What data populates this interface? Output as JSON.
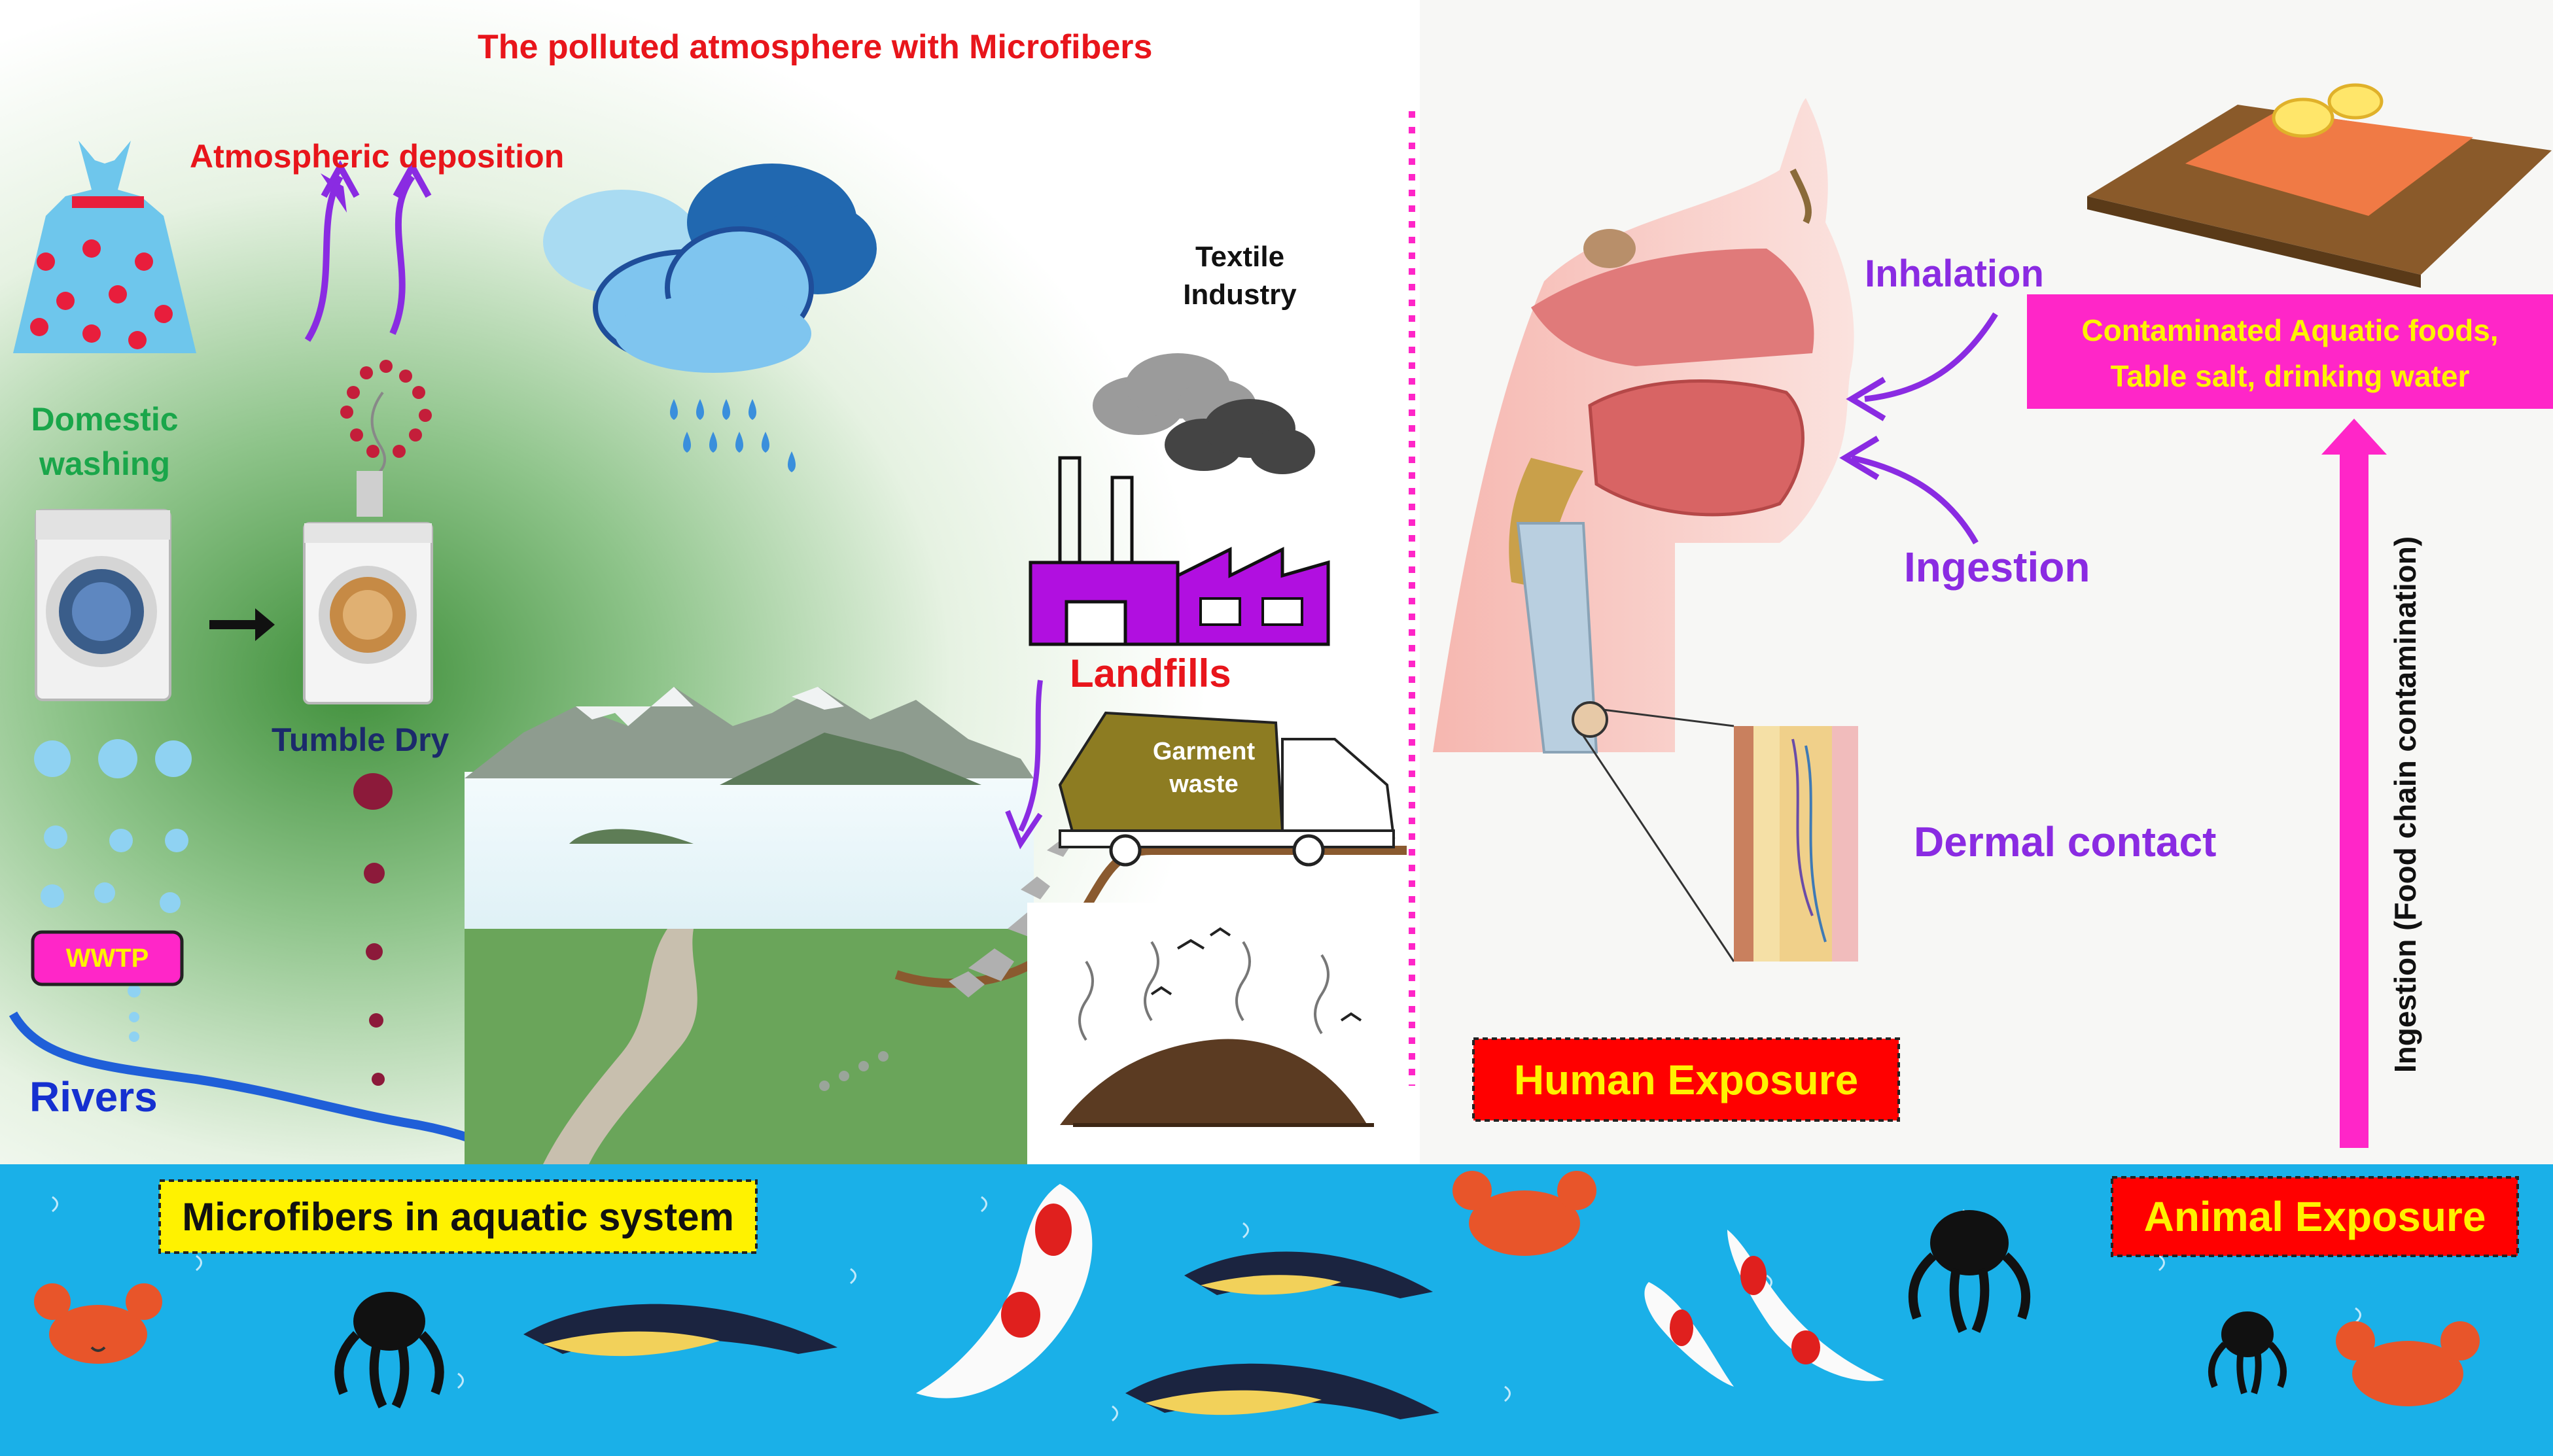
{
  "title": "The polluted atmosphere with Microfibers",
  "labels": {
    "atmospheric_deposition": "Atmospheric deposition",
    "domestic_washing_1": "Domestic",
    "domestic_washing_2": "washing",
    "tumble_dry": "Tumble Dry",
    "wwtp": "WWTP",
    "rivers": "Rivers",
    "textile_industry_1": "Textile",
    "textile_industry_2": "Industry",
    "landfills": "Landfills",
    "garment_waste_1": "Garment",
    "garment_waste_2": "waste",
    "inhalation": "Inhalation",
    "ingestion": "Ingestion",
    "dermal_contact": "Dermal contact",
    "contaminated_1": "Contaminated Aquatic foods,",
    "contaminated_2": "Table salt, drinking water",
    "food_chain": "Ingestion (Food chain contamination)",
    "human_exposure": "Human Exposure",
    "animal_exposure": "Animal Exposure",
    "microfibers_aquatic": "Microfibers in aquatic system"
  },
  "colors": {
    "red_text": "#e8151b",
    "green_text": "#1aa64a",
    "navy_text": "#1b2a6b",
    "purple_text": "#8a2be2",
    "blue_text": "#1530d0",
    "magenta": "#ff26c8",
    "yellow_box": "#fff200",
    "red_box": "#ff0000",
    "water": "#1ab0e8",
    "factory_purple": "#b10fe0"
  }
}
